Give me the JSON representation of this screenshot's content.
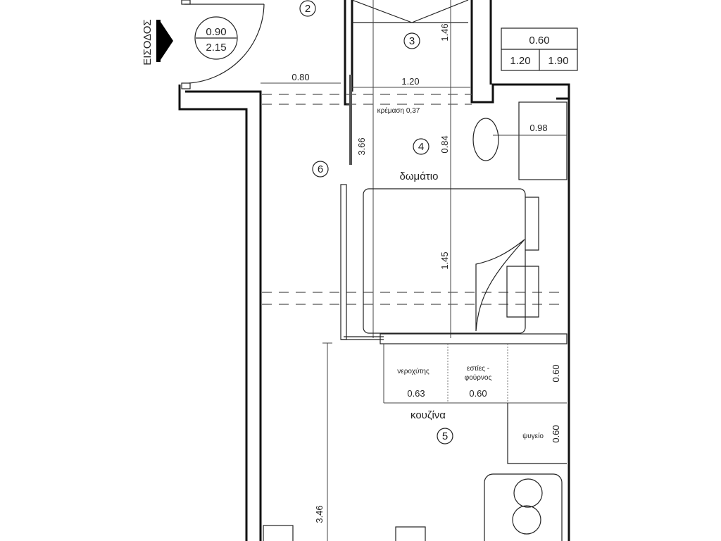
{
  "entrance": {
    "label": "ΕΙΣΟΔΟΣ",
    "door_width": "0.90",
    "door_height": "2.15"
  },
  "rooms": {
    "r2": "2",
    "r3": "3",
    "r4": "4",
    "r5": "5",
    "r6": "6"
  },
  "labels": {
    "bedroom": "δωμάτιο",
    "kitchen": "κουζίνα",
    "sink": "νεροχύτης",
    "stove_1": "εστίες -",
    "stove_2": "φούρνος",
    "fridge": "ψυγείο",
    "hanging": "κρέμαση 0,37"
  },
  "dimensions": {
    "corridor_width": "0.80",
    "closet_width": "1.20",
    "closet_depth": "1.46",
    "room_length": "3.66",
    "desk_depth": "0.84",
    "desk_width": "0.98",
    "bed_width": "1.45",
    "sink_width": "0.63",
    "stove_width": "0.60",
    "counter_depth": "0.60",
    "fridge_depth": "0.60",
    "kitchen_length": "3.46"
  },
  "window_table": {
    "sill": "0.60",
    "width": "1.20",
    "height": "1.90"
  }
}
